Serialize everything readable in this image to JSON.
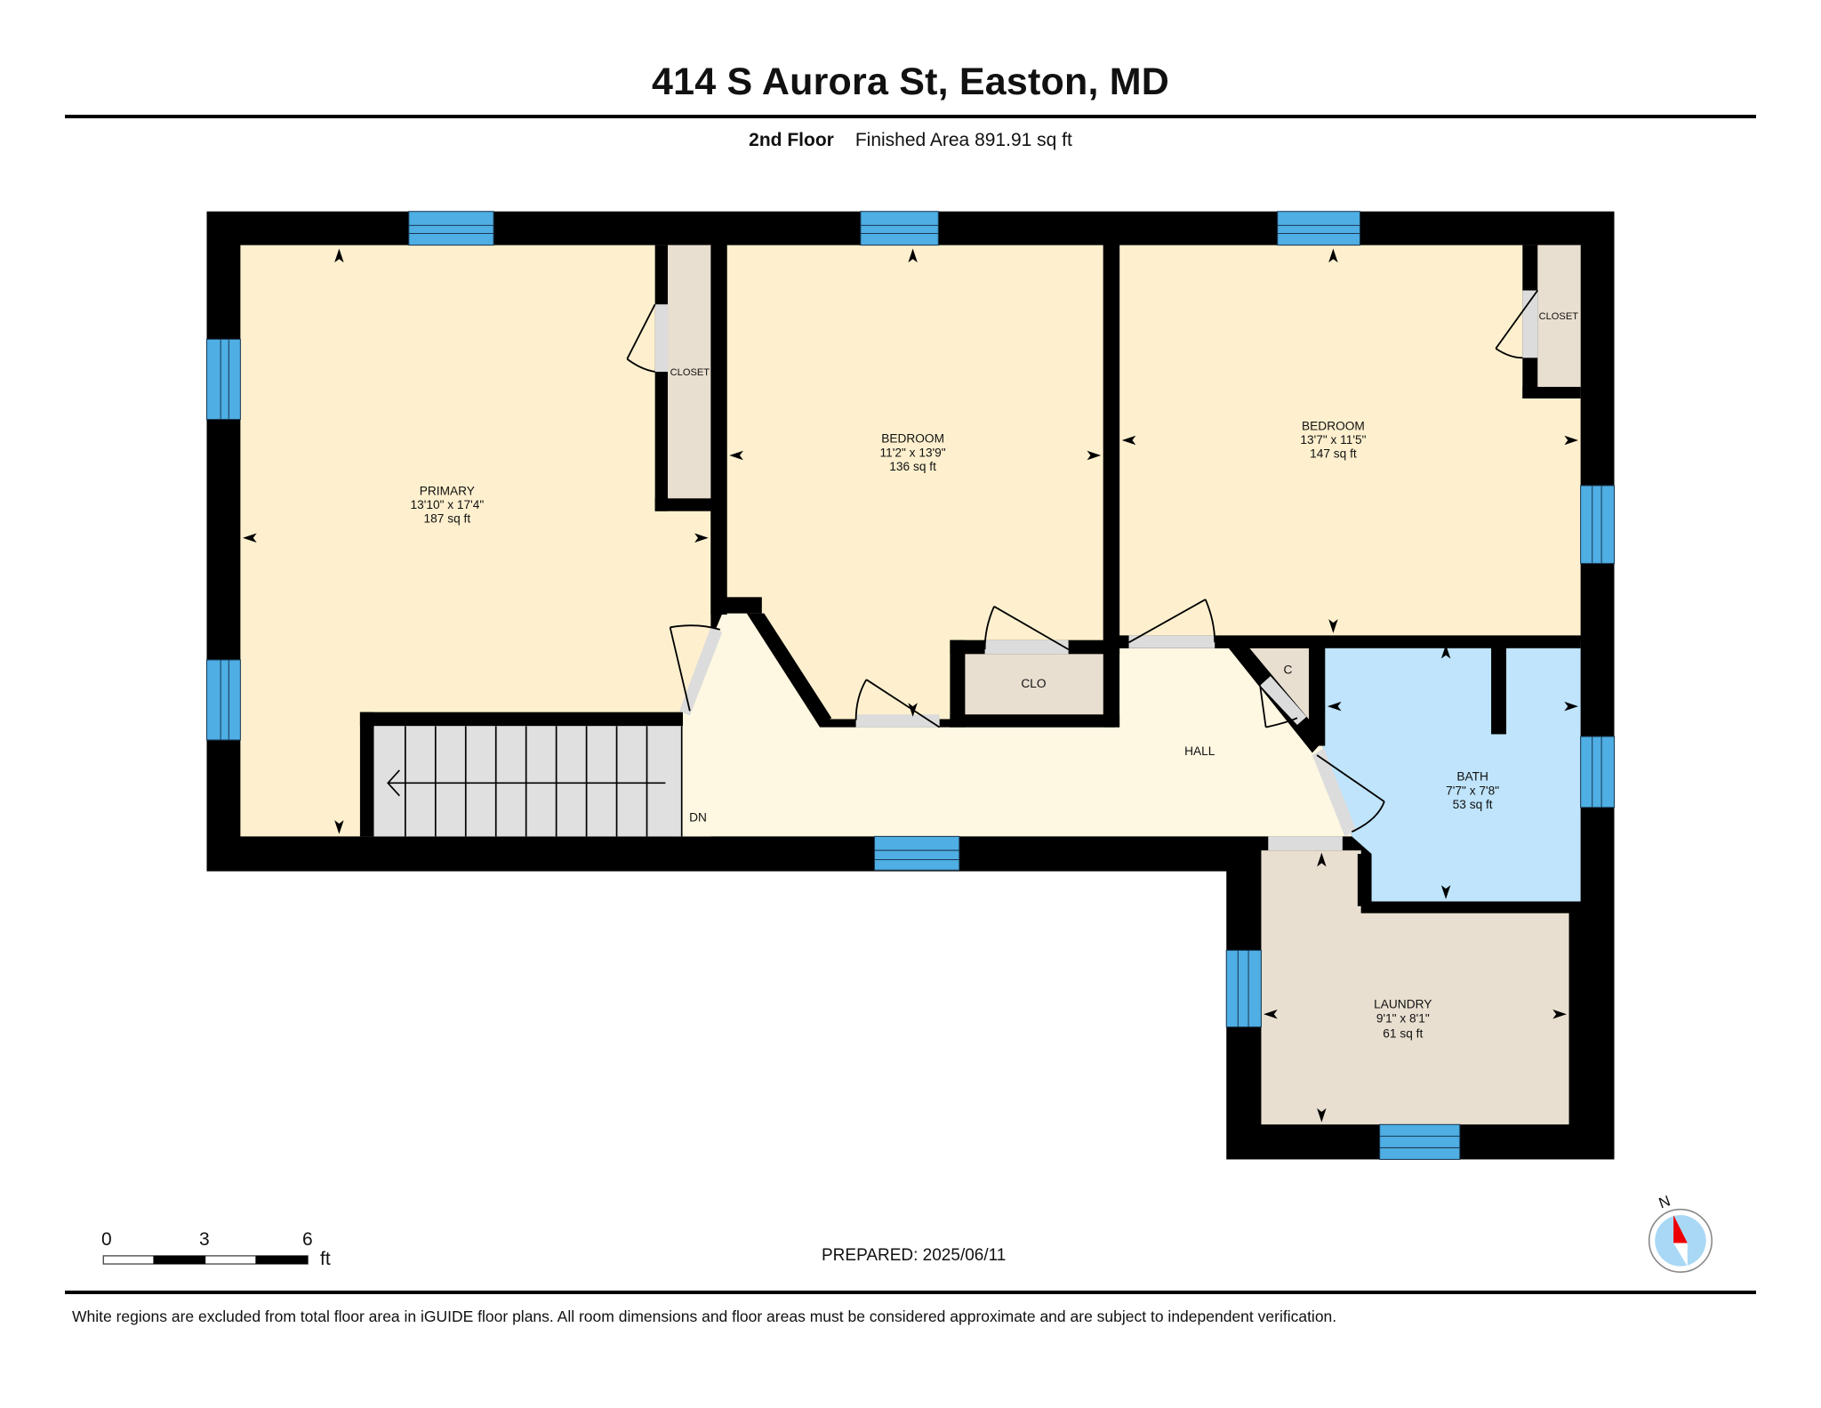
{
  "header": {
    "title": "414 S Aurora St, Easton, MD",
    "floor": "2nd Floor",
    "finished_area": "Finished Area 891.91 sq ft"
  },
  "rooms": [
    {
      "name": "PRIMARY",
      "dims": "13'10\" x 17'4\"",
      "area": "187 sq ft"
    },
    {
      "name": "BEDROOM",
      "dims": "11'2\" x 13'9\"",
      "area": "136 sq ft"
    },
    {
      "name": "BEDROOM",
      "dims": "13'7\" x 11'5\"",
      "area": "147 sq ft"
    },
    {
      "name": "BATH",
      "dims": "7'7\" x 7'8\"",
      "area": "53 sq ft"
    },
    {
      "name": "LAUNDRY",
      "dims": "9'1\" x 8'1\"",
      "area": "61 sq ft"
    }
  ],
  "labels": {
    "closet_primary": "CLOSET",
    "closet_bedroom2": "CLOSET",
    "clo": "CLO",
    "c": "C",
    "hall": "HALL",
    "stairs": "DN"
  },
  "colors": {
    "bedroom_fill": "#FEF0CE",
    "hall_fill": "#FEF7E1",
    "closet_fill": "#E8DFD0",
    "bath_fill": "#BFE4FB",
    "window": "#4FAEE3",
    "wall": "#000000",
    "door_opening": "#DCDCDC",
    "stair_fill": "#E0E0E0",
    "compass_red": "#EE0000",
    "compass_blue": "#A9D8F5"
  },
  "scale_bar": {
    "ticks": [
      "0",
      "3",
      "6"
    ],
    "unit": "ft"
  },
  "compass": {
    "label": "N"
  },
  "footer": {
    "prepared": "PREPARED: 2025/06/11",
    "disclaimer": "White regions are excluded from total floor area in iGUIDE floor plans. All room dimensions and floor areas must be considered approximate and are subject to independent verification."
  }
}
